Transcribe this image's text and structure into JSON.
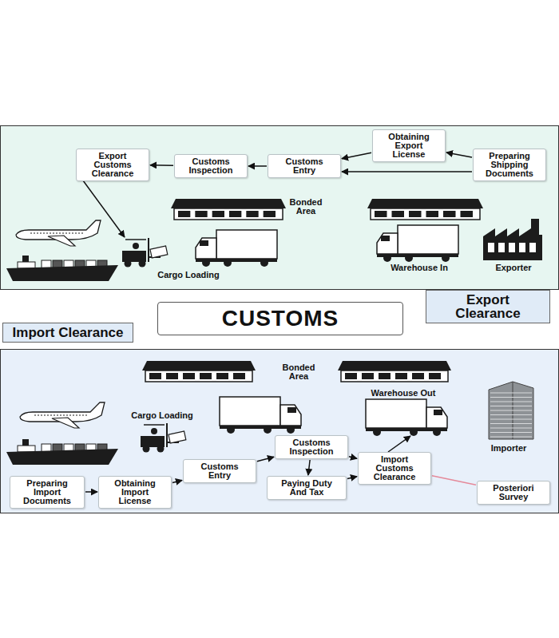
{
  "diagram": {
    "nodes": [
      {
        "text": [
          "Obtaining Export License"
        ]
      },
      {
        "text": [
          "Export Customs Clearance"
        ]
      },
      {
        "text": [
          "Customs Inspection"
        ]
      },
      {
        "text": [
          "Customs Entry"
        ]
      },
      {
        "text": [
          "Preparing Shipping Documents"
        ]
      },
      {
        "text": [
          "CUSTOMS"
        ]
      },
      {
        "text": [
          "Export Clearance"
        ]
      },
      {
        "text": [
          "Import Clearance"
        ]
      },
      {
        "text": [
          "Customs Inspection"
        ]
      },
      {
        "text": [
          "Customs Entry"
        ]
      },
      {
        "text": [
          "Paying Duty And Tax"
        ]
      },
      {
        "text": [
          "Import Customs Clearance"
        ]
      },
      {
        "text": [
          "Preparing Import Documents"
        ]
      },
      {
        "text": [
          "Obtaining Import License"
        ]
      },
      {
        "text": [
          "Posteriori Survey"
        ]
      }
    ],
    "edges": [
      {
        "from": 4,
        "to": 0,
        "arrow": "to"
      },
      {
        "from": 4,
        "to": 3,
        "arrow": "to"
      },
      {
        "from": 0,
        "to": 3,
        "arrow": "to"
      },
      {
        "from": 3,
        "to": 2,
        "arrow": "to"
      },
      {
        "from": 2,
        "to": 1,
        "arrow": "to"
      },
      {
        "from": 12,
        "to": 13,
        "arrow": "to"
      },
      {
        "from": 13,
        "to": 9,
        "arrow": "to"
      },
      {
        "from": 9,
        "to": 8,
        "arrow": "to"
      },
      {
        "from": 8,
        "to": 10,
        "arrow": "to"
      },
      {
        "from": 8,
        "to": 11,
        "arrow": "to"
      },
      {
        "from": 10,
        "to": 11,
        "arrow": "to"
      },
      {
        "from": 11,
        "to": 14,
        "arrow": "none"
      }
    ],
    "labels": [
      "Bonded Area",
      "Cargo Loading",
      "Warehouse In",
      "Exporter",
      "Bonded Area",
      "Warehouse Out",
      "Cargo Loading",
      "Importer"
    ]
  }
}
